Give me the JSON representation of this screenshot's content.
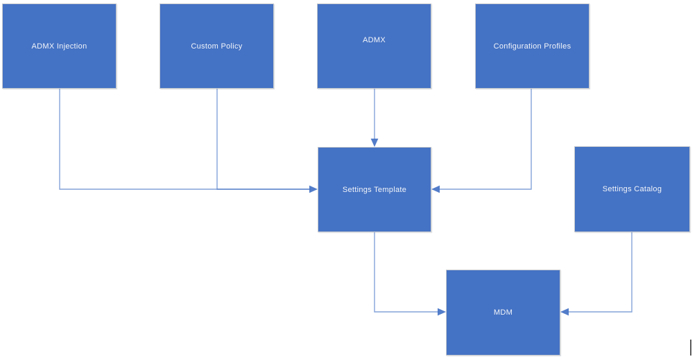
{
  "diagram": {
    "nodes": [
      {
        "id": "admx-injection",
        "label": "ADMX Injection"
      },
      {
        "id": "custom-policy",
        "label": "Custom Policy"
      },
      {
        "id": "admx",
        "label": "ADMX"
      },
      {
        "id": "configuration-profiles",
        "label": "Configuration Profiles"
      },
      {
        "id": "settings-template",
        "label": "Settings Template"
      },
      {
        "id": "settings-catalog",
        "label": "Settings Catalog"
      },
      {
        "id": "mdm",
        "label": "MDM"
      }
    ],
    "edges": [
      {
        "from": "ADMX Injection",
        "to": "Settings Template"
      },
      {
        "from": "Custom Policy",
        "to": "Settings Template"
      },
      {
        "from": "ADMX",
        "to": "Settings Template"
      },
      {
        "from": "Configuration Profiles",
        "to": "Settings Template"
      },
      {
        "from": "Settings Template",
        "to": "MDM"
      },
      {
        "from": "Settings Catalog",
        "to": "MDM"
      }
    ],
    "colors": {
      "background": "#FFFFFF",
      "node_fill": "#4472C4",
      "node_border": "#C6C9CE",
      "node_text": "#F2F5FA",
      "connector": "#4472C4",
      "arrowhead": "#4472C4",
      "caret": "#5A5A5A"
    }
  }
}
